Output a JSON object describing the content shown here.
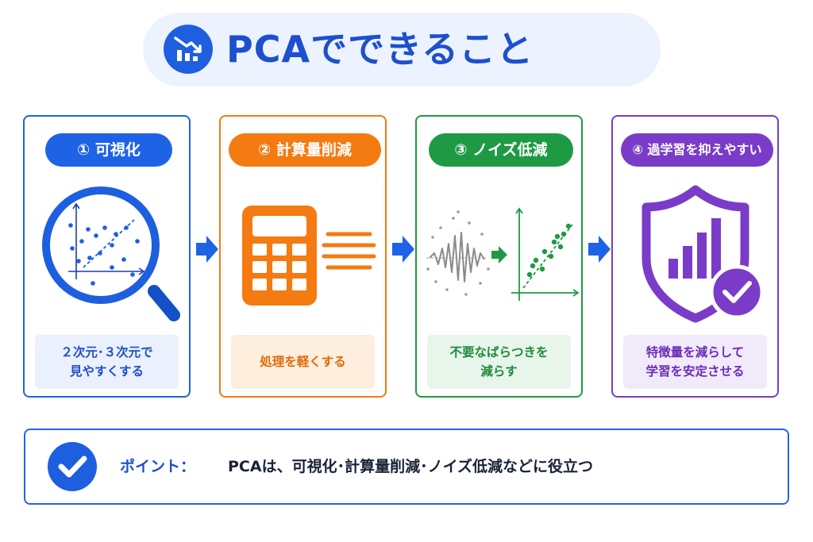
{
  "title": "PCAでできること",
  "colors": {
    "blue": "#1e63e6",
    "orange": "#f47a12",
    "green": "#1f9a44",
    "purple": "#7a3cc8"
  },
  "steps": [
    {
      "badge": "① 可視化",
      "caption": "２次元･３次元で\n見やすくする",
      "icon": "magnifier-scatter-icon"
    },
    {
      "badge": "② 計算量削減",
      "caption": "処理を軽くする",
      "icon": "calculator-icon"
    },
    {
      "badge": "③ ノイズ低減",
      "caption": "不要なばらつきを\n減らす",
      "icon": "noise-to-scatter-icon"
    },
    {
      "badge": "④ 過学習を抑えやすい",
      "caption": "特徴量を減らして\n学習を安定させる",
      "icon": "shield-bar-check-icon"
    }
  ],
  "point": {
    "label": "ポイント：",
    "text": "PCAは、可視化･計算量削減･ノイズ低減などに役立つ"
  }
}
